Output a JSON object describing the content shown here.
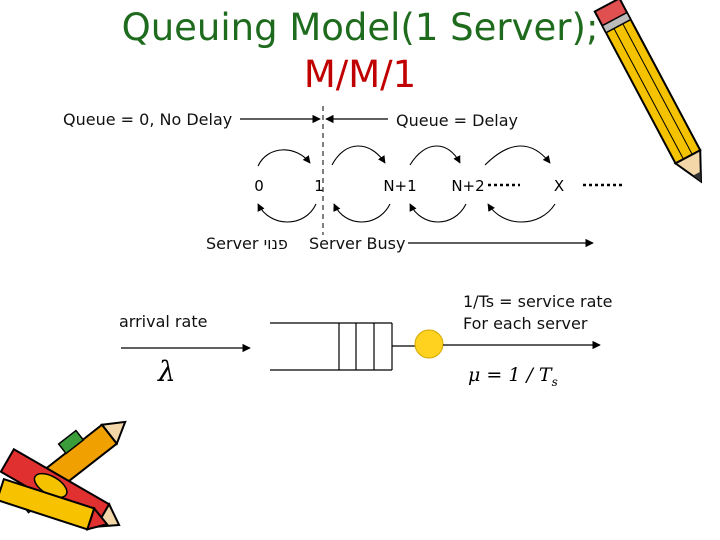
{
  "title": {
    "line1": "Queuing Model(1 Server);",
    "line2": "M/M/1"
  },
  "labels": {
    "queue_zero": "Queue = 0, No Delay",
    "queue_delay": "Queue = Delay",
    "server_idle": "Server פנוי",
    "server_busy": "Server Busy",
    "arrival_rate": "arrival rate",
    "service_rate_line1": "1/Ts = service rate",
    "service_rate_line2": "For each server"
  },
  "states": [
    "0",
    "1",
    "N+1",
    "N+2",
    "X"
  ],
  "formulas": {
    "lambda": "λ",
    "mu": "μ = 1 / T",
    "mu_sub": "s"
  },
  "colors": {
    "title_green": "#1e6b1e",
    "title_red": "#c00000",
    "server_fill": "#ffd21f"
  },
  "icons": [
    "pencil-icon",
    "crayons-icon"
  ]
}
